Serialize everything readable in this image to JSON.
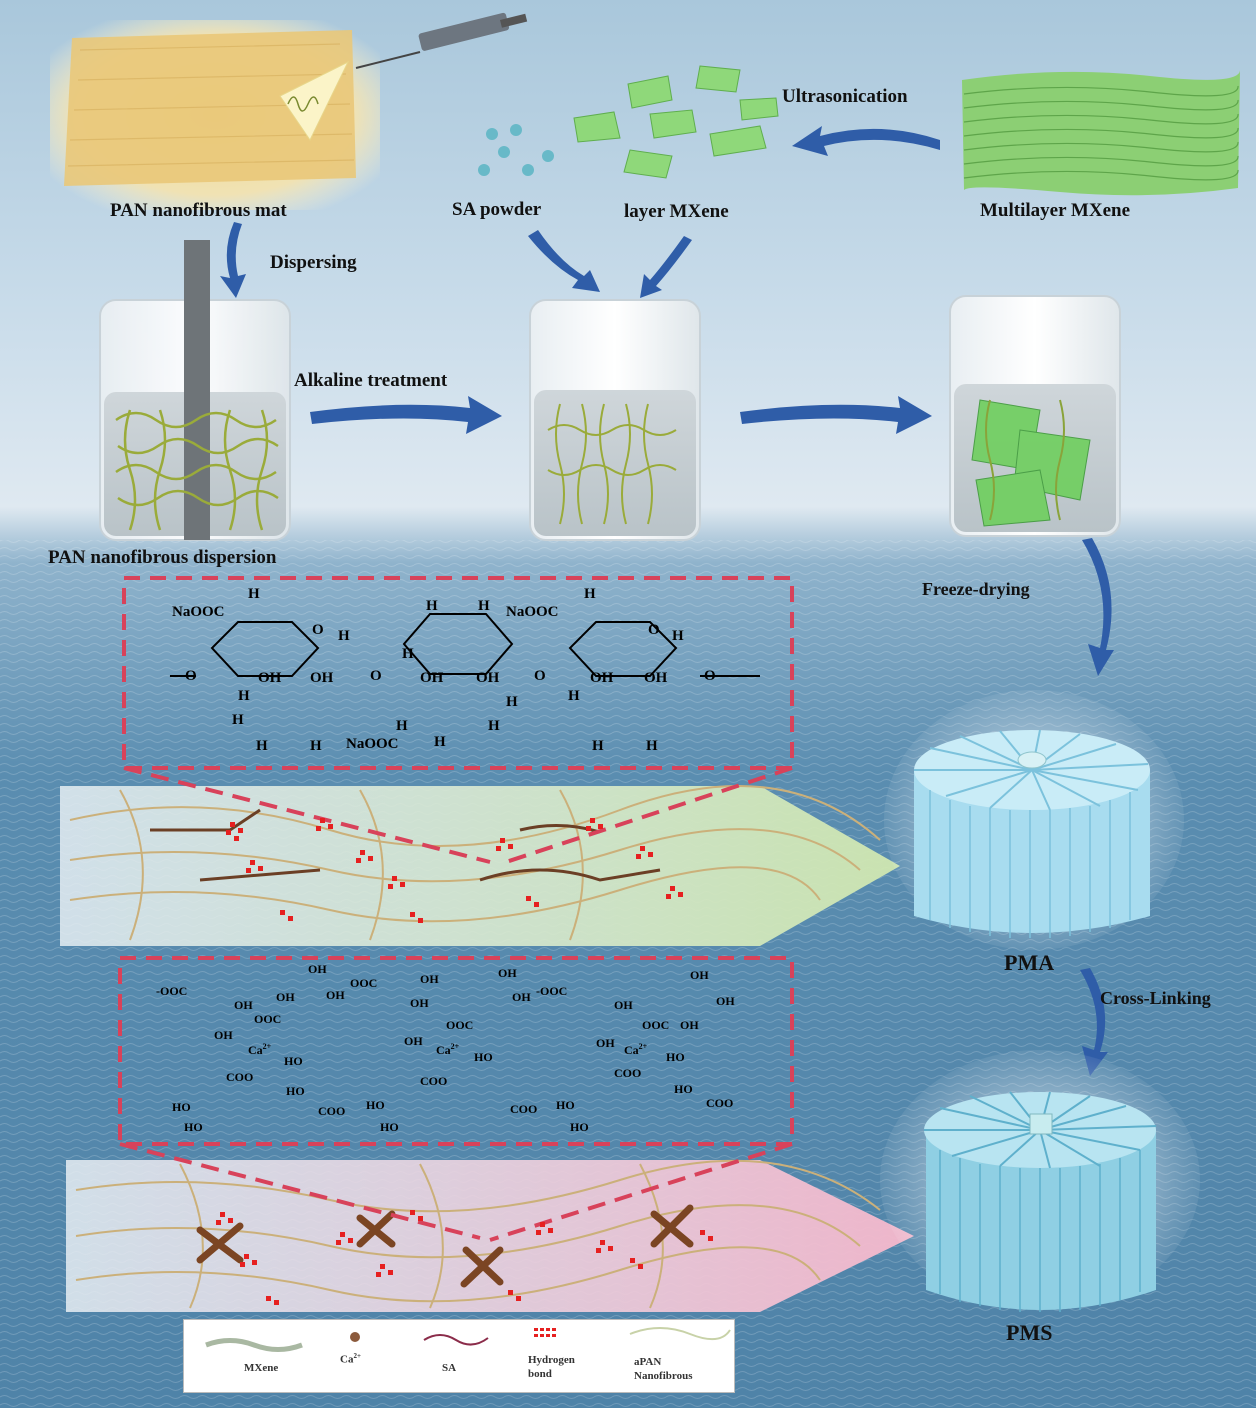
{
  "labels": {
    "pan_mat": "PAN nanofibrous mat",
    "sa_powder": "SA powder",
    "layer_mxene": "layer  MXene",
    "multilayer_mxene": "Multilayer  MXene",
    "ultrasonication": "Ultrasonication",
    "dispersing": "Dispersing",
    "alkaline": "Alkaline treatment",
    "pan_dispersion": "PAN nanofibrous dispersion",
    "freeze_drying": "Freeze-drying",
    "pma": "PMA",
    "cross_linking": "Cross-Linking",
    "pms": "PMS"
  },
  "structure1": {
    "naooc1": "NaOOC",
    "h1": "H",
    "o1": "O",
    "h2": "H",
    "h3": "H",
    "h4": "H",
    "naooc2": "NaOOC",
    "h5": "H",
    "o2": "O",
    "h6": "H",
    "o_left": "—O",
    "h7": "H",
    "oh1": "OH",
    "oh2": "OH",
    "o_link1": "O",
    "h8": "H",
    "oh3": "OH",
    "oh4": "OH",
    "o_link2": "O",
    "h9": "H",
    "oh5": "OH",
    "oh6": "OH",
    "o_right": "O—",
    "h10": "H",
    "h11": "H",
    "h12": "H",
    "h13": "H",
    "h14": "H",
    "h15": "H",
    "naooc3": "NaOOC",
    "h16": "H",
    "h17": "H",
    "h18": "H"
  },
  "structure2": {
    "t1": "-OOC",
    "t2": "OH",
    "t3": "OOC",
    "t4": "OH",
    "t5": "OH",
    "t6": "-OOC",
    "t7": "OH",
    "t8": "OH",
    "t9": "OH",
    "t10": "OH",
    "t11": "OH",
    "t12": "OH",
    "t13": "OOC",
    "t14": "OH",
    "t15": "OOC",
    "t16": "OH",
    "t17": "OOC",
    "t18": "OH",
    "ca1": "Ca",
    "ca2": "Ca",
    "ca3": "Ca",
    "sup": "2+",
    "t19": "OH",
    "t20": "OH",
    "t21": "OH",
    "t22": "HO",
    "t23": "HO",
    "t24": "HO",
    "t25": "COO",
    "t26": "COO",
    "t27": "COO",
    "t28": "HO",
    "t29": "HO",
    "t30": "COO",
    "t31": "HO",
    "t32": "COO",
    "t33": "HO",
    "t34": "COO",
    "t35": "HO",
    "t36": "HO",
    "t37": "HO",
    "t38": "HO"
  },
  "legend": {
    "mxene": "MXene",
    "ca": "Ca",
    "ca_sup": "2+",
    "sa": "SA",
    "hbond1": "Hydrogen",
    "hbond2": "bond",
    "apan1": "aPAN",
    "apan2": "Nanofibrous"
  },
  "colors": {
    "arrow": "#2f5da8",
    "dash": "#d8425a",
    "mxene": "#6fcf5e",
    "fiber": "#c8b07a",
    "sa": "#6b3f25",
    "hbond": "#e62020",
    "aerogel": "#9fd8ec"
  }
}
